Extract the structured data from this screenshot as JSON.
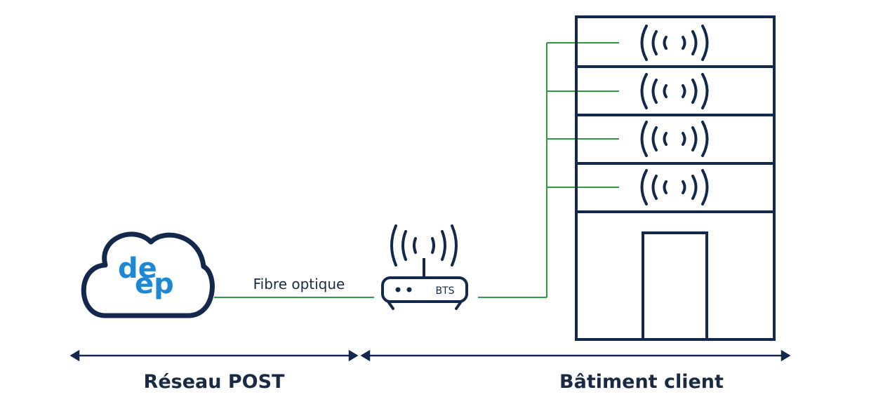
{
  "colors": {
    "navy": "#14284b",
    "green": "#2e9a42",
    "logo_blue": "#1e88d4",
    "background": "#ffffff"
  },
  "cloud": {
    "logo_text": "deep",
    "icon": "cloud-icon"
  },
  "fiber": {
    "label": "Fibre optique"
  },
  "bts": {
    "label": "BTS",
    "icon": "router-icon"
  },
  "building": {
    "floors": [
      {
        "antenna_icon": "wireless-signal-icon"
      },
      {
        "antenna_icon": "wireless-signal-icon"
      },
      {
        "antenna_icon": "wireless-signal-icon"
      },
      {
        "antenna_icon": "wireless-signal-icon"
      }
    ],
    "door_icon": "door-icon"
  },
  "sections": {
    "left": "Réseau POST",
    "right": "Bâtiment client"
  }
}
